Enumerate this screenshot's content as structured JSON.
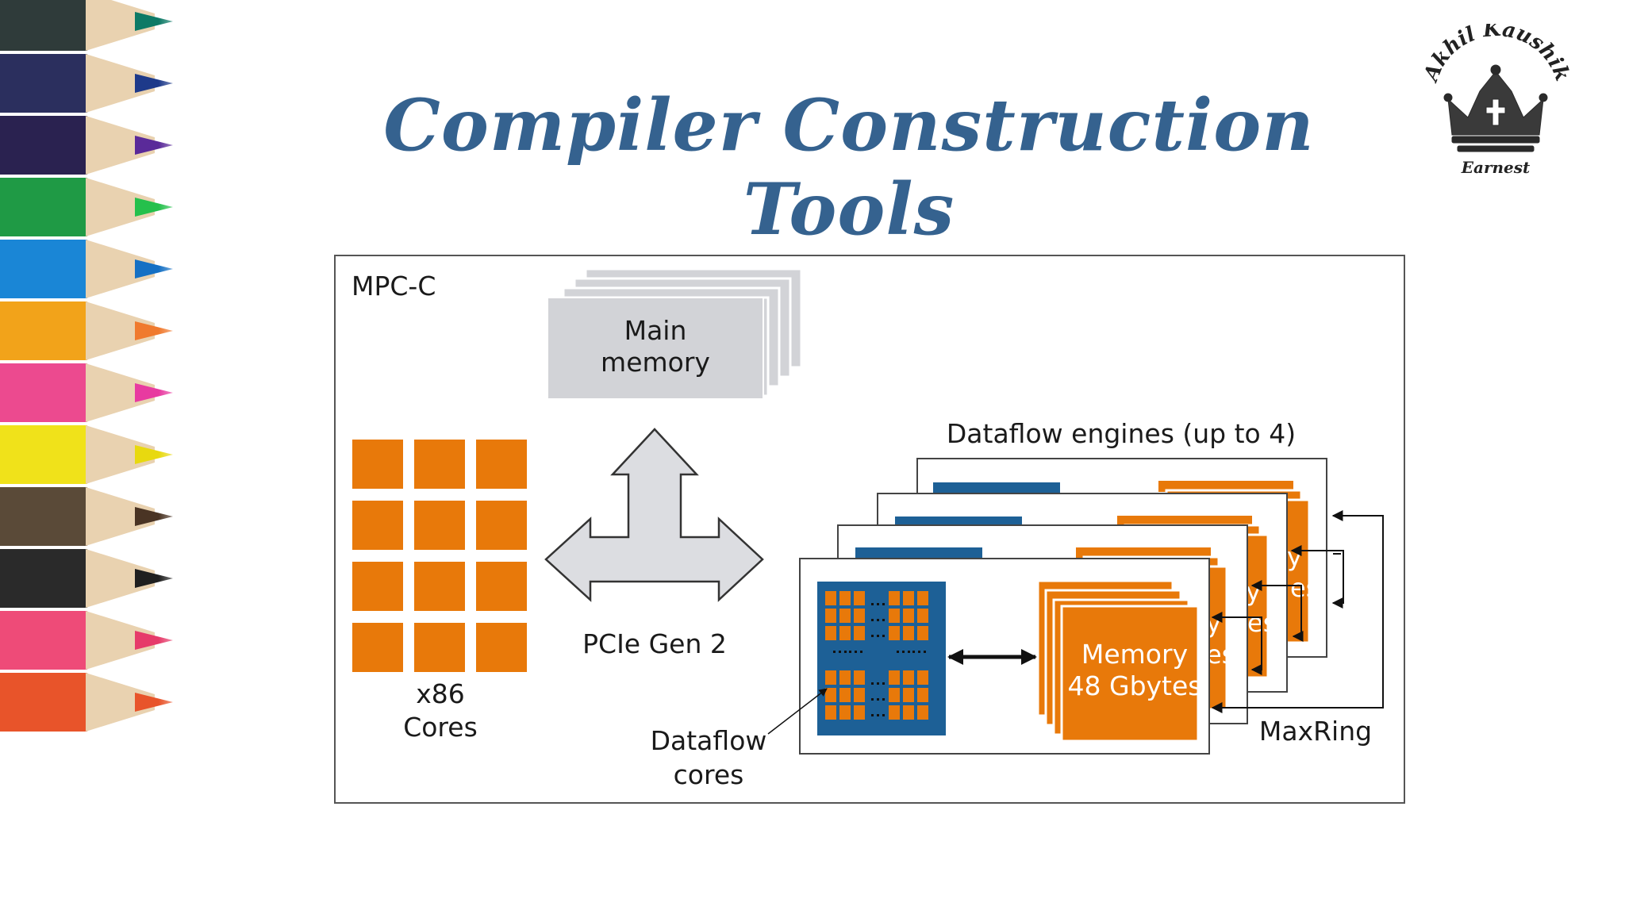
{
  "slide": {
    "title": "Compiler Construction Tools"
  },
  "logo": {
    "top_text": "Akhil Kaushik",
    "bottom_text": "Earnest",
    "icon": "crown-icon"
  },
  "diagram": {
    "container_label": "MPC-C",
    "main_memory_line1": "Main",
    "main_memory_line2": "memory",
    "cores_line1": "x86",
    "cores_line2": "Cores",
    "interconnect_label": "PCIe Gen 2",
    "engines_label": "Dataflow engines (up to 4)",
    "memory_line1": "Memory",
    "memory_line2": "48 Gbytes",
    "dataflow_cores_line1": "Dataflow",
    "dataflow_cores_line2": "cores",
    "ring_label": "MaxRing",
    "partial_labels": [
      "y",
      "es",
      "y",
      "es",
      "y",
      "es"
    ]
  },
  "colors": {
    "title": "#35628f",
    "orange": "#e8790a",
    "blue": "#1d6096",
    "gray_box": "#d2d3d7",
    "arrow_fill": "#dcdde1"
  }
}
